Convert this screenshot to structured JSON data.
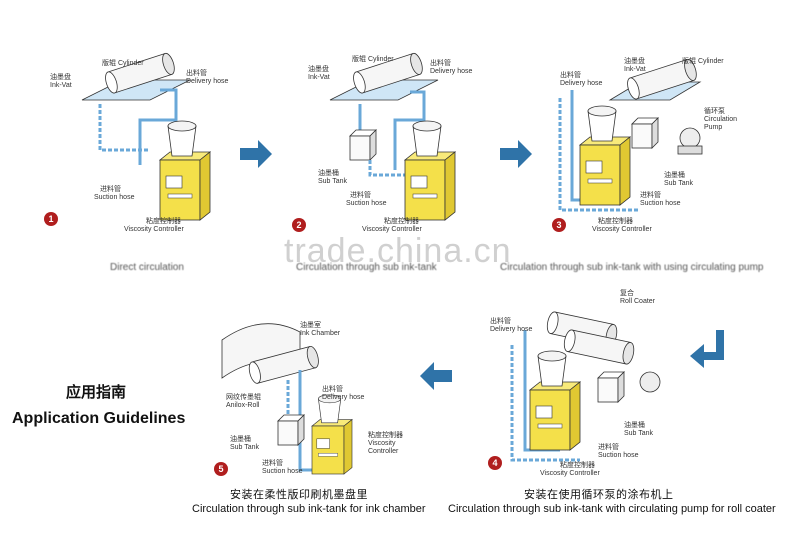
{
  "watermark": "trade.china.cn",
  "guidelines": {
    "title_cn": "应用指南",
    "title_en": "Application Guidelines"
  },
  "colors": {
    "machine": "#f4e04a",
    "pipe": "#6aa8d8",
    "arrow": "#2f73a8",
    "badge": "#b01e1e"
  },
  "panels": [
    {
      "number": "1",
      "labels": {
        "cylinder": "版辊 Cylinder",
        "vat_cn": "油墨盘",
        "vat_en": "Ink-Vat",
        "delivery_cn": "出料管",
        "delivery_en": "Delivery hose",
        "suction_cn": "进料管",
        "suction_en": "Suction hose",
        "visc_cn": "粘度控制器",
        "visc_en": "Viscosity Controller"
      },
      "caption": "Direct circulation"
    },
    {
      "number": "2",
      "labels": {
        "cylinder": "版辊 Cylinder",
        "vat_cn": "油墨盘",
        "vat_en": "Ink-Vat",
        "delivery_cn": "出料管",
        "delivery_en": "Delivery hose",
        "subtank_cn": "油墨桶",
        "subtank_en": "Sub Tank",
        "suction_cn": "进料管",
        "suction_en": "Suction hose",
        "visc_cn": "粘度控制器",
        "visc_en": "Viscosity Controller"
      },
      "caption": "Circulation through sub ink-tank"
    },
    {
      "number": "3",
      "labels": {
        "vat_cn": "油墨盘",
        "vat_en": "Ink-Vat",
        "cylinder": "版辊 Cylinder",
        "delivery_cn": "出料管",
        "delivery_en": "Delivery hose",
        "pump_cn": "循环泵",
        "pump_en": "Circulation Pump",
        "subtank_cn": "油墨桶",
        "subtank_en": "Sub Tank",
        "suction_cn": "进料管",
        "suction_en": "Suction hose",
        "visc_cn": "粘度控制器",
        "visc_en": "Viscosity Controller"
      },
      "caption": "Circulation through sub ink-tank with using circulating pump"
    },
    {
      "number": "4",
      "labels": {
        "coater_cn": "复合",
        "coater_en": "Roll Coater",
        "delivery_cn": "出料管",
        "delivery_en": "Delivery hose",
        "subtank_cn": "油墨桶",
        "subtank_en": "Sub Tank",
        "suction_cn": "进料管",
        "suction_en": "Suction hose",
        "visc_cn": "粘度控制器",
        "visc_en": "Viscosity Controller"
      },
      "caption_cn": "安装在使用循环泵的涂布机上",
      "caption": "Circulation through sub ink-tank with circulating pump for roll coater"
    },
    {
      "number": "5",
      "labels": {
        "chamber_cn": "油墨室",
        "chamber_en": "Ink Chamber",
        "anilox_cn": "网纹传墨辊",
        "anilox_en": "Anilox-Roll",
        "delivery_cn": "出料管",
        "delivery_en": "Delivery hose",
        "subtank_cn": "油墨桶",
        "subtank_en": "Sub Tank",
        "visc_cn": "粘度控制器",
        "visc_en": "Viscosity Controller",
        "suction_cn": "进料管",
        "suction_en": "Suction hose"
      },
      "caption_cn": "安装在柔性版印刷机墨盘里",
      "caption": "Circulation through sub ink-tank for ink chamber"
    }
  ]
}
